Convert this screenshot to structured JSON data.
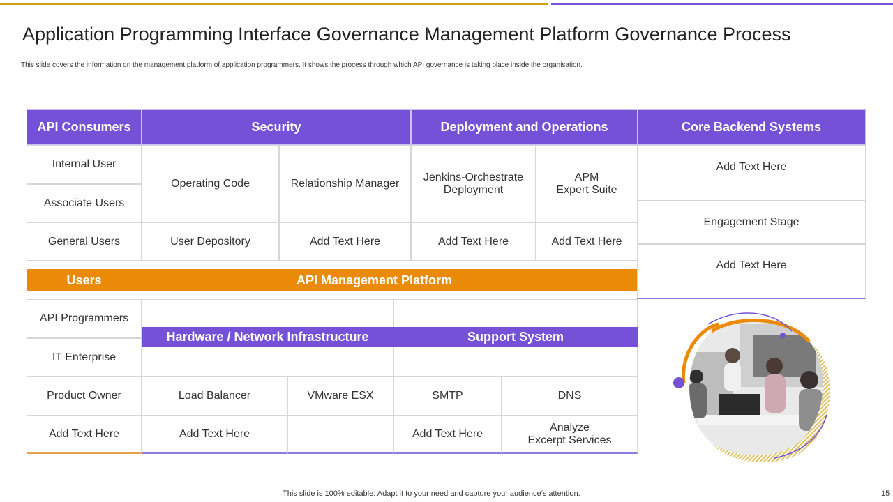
{
  "title": "Application Programming Interface Governance Management Platform Governance Process",
  "subtitle": "This slide covers the information on the management platform of application programmers. It shows the process through which API governance is taking place inside the organisation.",
  "headers": {
    "api_consumers": "API Consumers",
    "security": "Security",
    "deployment": "Deployment and Operations",
    "core_backend": "Core Backend Systems"
  },
  "consumers": [
    "Internal  User",
    "Associate Users",
    "General Users"
  ],
  "security_row1": [
    "Operating Code",
    "Relationship Manager"
  ],
  "deployment_row1": [
    "Jenkins-Orchestrate\nDeployment",
    "APM\nExpert Suite"
  ],
  "row3": [
    "User Depository",
    "Add Text Here",
    "Add Text Here",
    "Add Text Here"
  ],
  "bands": {
    "users": "Users",
    "api_platform": "API Management Platform",
    "hardware": "Hardware / Network Infrastructure",
    "support": "Support System"
  },
  "users_list": [
    "API Programmers",
    "IT Enterprise",
    "Product Owner",
    "Add Text Here"
  ],
  "infra_row1": [
    "Load Balancer",
    "VMware ESX",
    "SMTP",
    "DNS"
  ],
  "infra_row2": [
    "Add Text Here",
    "",
    "Add Text Here",
    "Analyze\nExcerpt Services"
  ],
  "core_backend_items": [
    "Add Text Here",
    "Engagement Stage",
    "Add Text Here"
  ],
  "footer": "This slide is 100% editable. Adapt it to your need and capture your audience’s attention.",
  "page_number": "15",
  "colors": {
    "purple": "#7451d6",
    "orange": "#ea8a07",
    "gold": "#d4a017"
  }
}
